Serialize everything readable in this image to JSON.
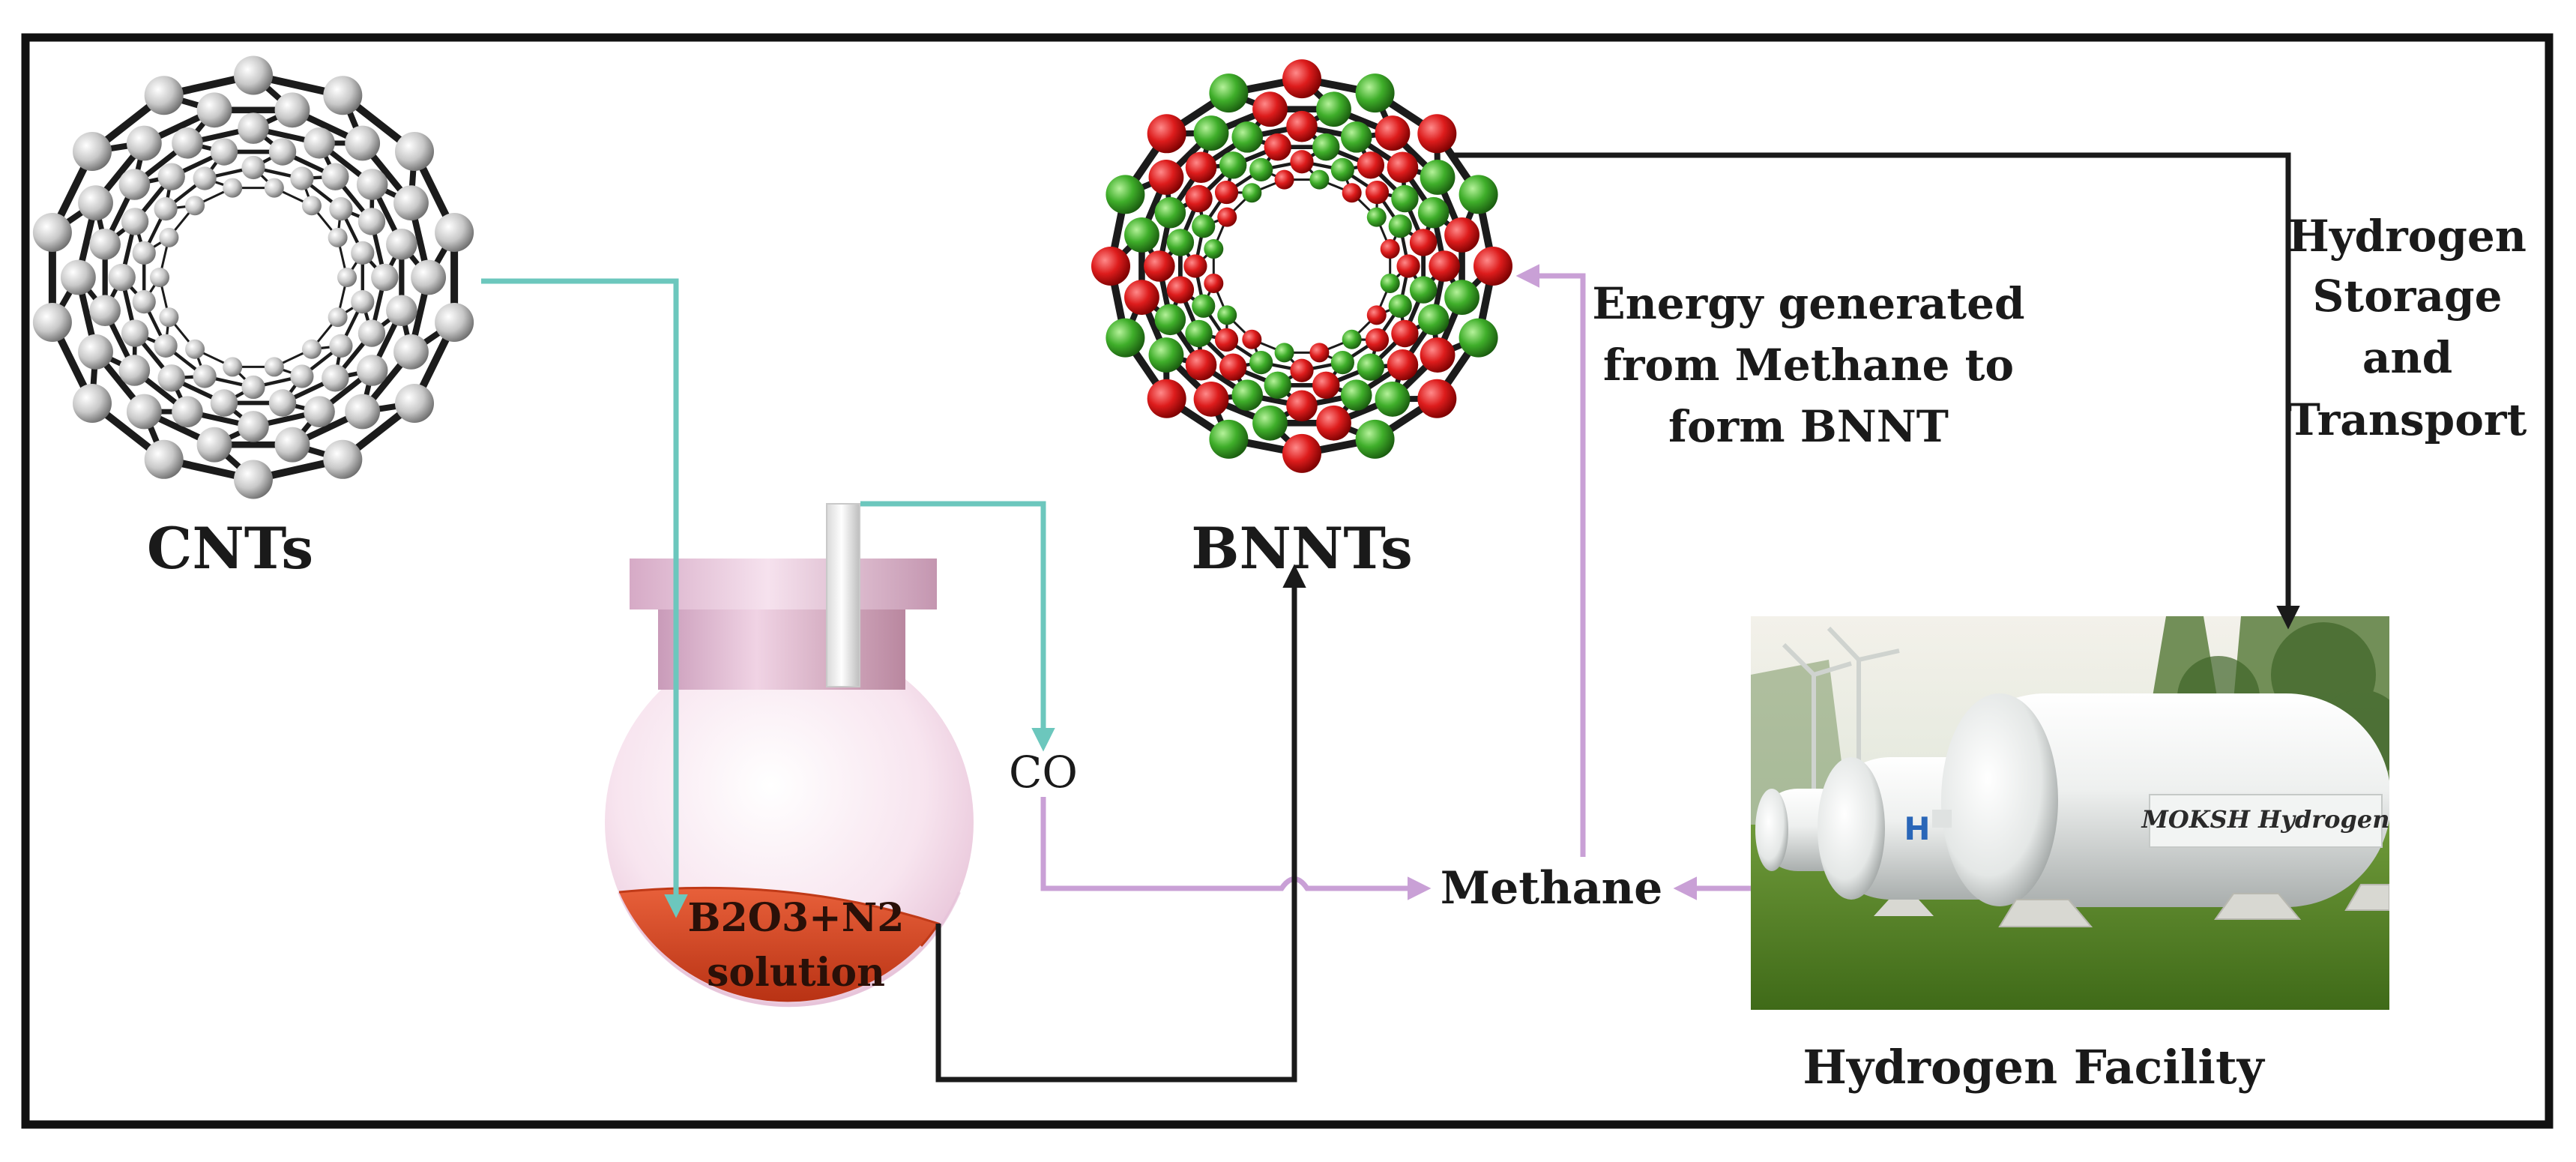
{
  "labels": {
    "cnts": "CNTs",
    "bnnts": "BNNTs",
    "co": "CO",
    "methane": "Methane",
    "solution_line1": "B2O3+N2",
    "solution_line2": "solution",
    "energy_line1": "Energy generated",
    "energy_line2": "from Methane to",
    "energy_line3": "form BNNT",
    "storage_line1": "Hydrogen",
    "storage_line2": "Storage",
    "storage_line3": "and",
    "storage_line4": "Transport",
    "facility": "Hydrogen Facility",
    "tank_sign": "MOKSH Hydrogen",
    "tank_letter": "H"
  },
  "colors": {
    "frame": "#111111",
    "teal_arrow": "#6cc7bd",
    "lilac_arrow": "#c9a0d6",
    "black_arrow": "#1a1a1a",
    "cnt_atom": "#d4d4d4",
    "bnnt_red": "#d81e1e",
    "bnnt_green": "#3fae2a",
    "solution": "#d84a28",
    "flask_neck": "#d9b0cc",
    "grass": "#4f7e22",
    "tank": "#e9eceb"
  },
  "icons": [
    "cnt-molecule-icon",
    "bnnt-molecule-icon",
    "reactor-flask-icon",
    "hydrogen-tank-icon"
  ]
}
